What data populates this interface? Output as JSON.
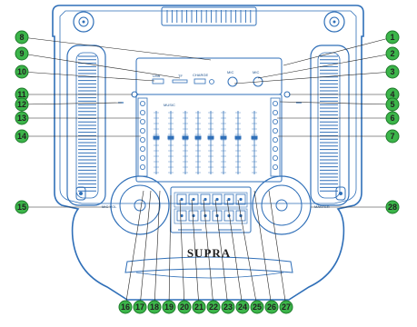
{
  "brand": "SUPRA",
  "colors": {
    "outline": "#2f6fb8",
    "fill": "#ffffff",
    "callout_fill": "#3cb54a",
    "callout_stroke": "#1e7a2a",
    "leader": "#222222"
  },
  "panel_labels": {
    "usb": "USB",
    "tf": "TF",
    "charge": "CHARGE",
    "music": "MUSIC",
    "mic": "MIC",
    "mic_vol": "MIC VOL",
    "master": "MASTER"
  },
  "callouts": [
    "1",
    "2",
    "3",
    "4",
    "5",
    "6",
    "7",
    "8",
    "9",
    "10",
    "11",
    "12",
    "13",
    "14",
    "15",
    "16",
    "17",
    "18",
    "19",
    "20",
    "21",
    "22",
    "23",
    "24",
    "25",
    "26",
    "27",
    "28"
  ],
  "icons": [
    "speaker-grille-icon",
    "wheel-icon",
    "knob-icon",
    "slider-icon",
    "led-icon",
    "button-icon"
  ]
}
